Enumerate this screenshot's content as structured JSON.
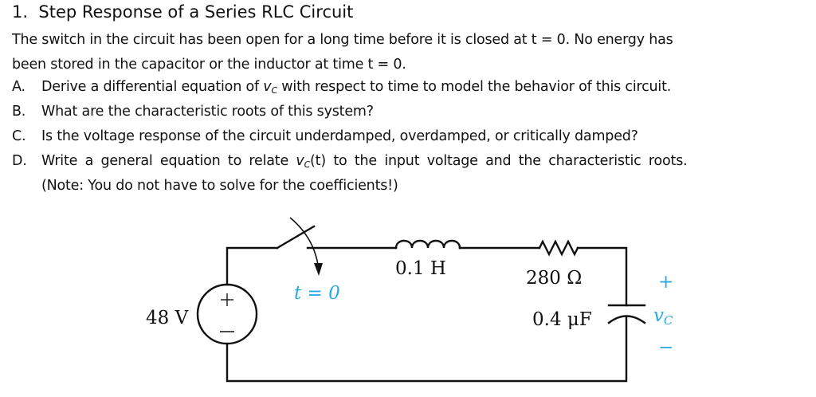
{
  "problem": {
    "number": "1.",
    "title": "Step Response of a Series RLC Circuit",
    "intro_line1": "The switch in the circuit has been open for a long time before it is closed at t = 0. No energy has",
    "intro_line2": "been stored in the capacitor or the inductor at time t = 0.",
    "questions": [
      {
        "label": "A.",
        "pre": "Derive a differential equation of ",
        "var": "v",
        "sub": "C",
        "post": " with respect to time to model the behavior of this circuit."
      },
      {
        "label": "B.",
        "text": "What are the characteristic roots of this system?"
      },
      {
        "label": "C.",
        "text": "Is the voltage response of the circuit underdamped, overdamped, or critically damped?"
      },
      {
        "label": "D.",
        "pre": "Write a general equation to relate ",
        "var": "v",
        "sub": "C",
        "post": "(t) to the input voltage and the characteristic roots."
      }
    ],
    "note": "(Note: You do not have to solve for the coefficients!)"
  },
  "circuit": {
    "source_label": "48 V",
    "source_plus": "+",
    "source_minus": "−",
    "switch_label": "t = 0",
    "inductor_label": "0.1 H",
    "resistor_label": "280 Ω",
    "capacitor_label": "0.4 μF",
    "vc_plus": "+",
    "vc_var": "v",
    "vc_sub": "C",
    "vc_minus": "−",
    "accent_color": "#29abe2"
  }
}
